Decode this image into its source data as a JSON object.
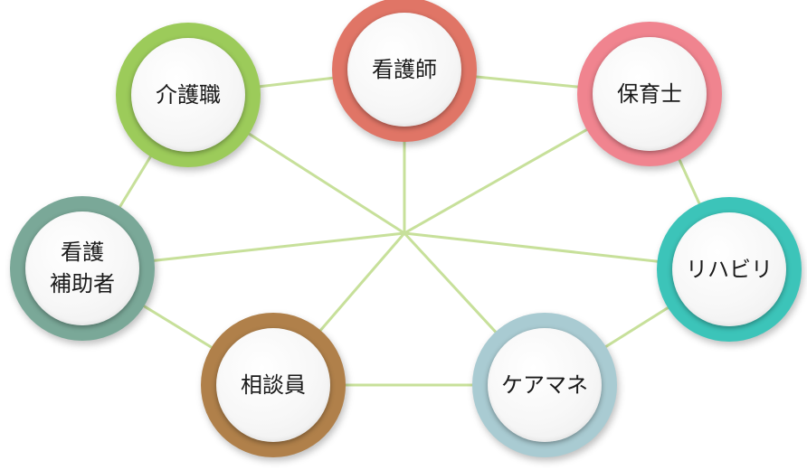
{
  "diagram": {
    "line_color": "#c7e09a",
    "nodes": [
      {
        "id": "nurse",
        "label": "看護師",
        "color": "#e07566"
      },
      {
        "id": "childcare",
        "label": "保育士",
        "color": "#f0848f"
      },
      {
        "id": "rehab",
        "label": "リハビリ",
        "color": "#3cc4b9"
      },
      {
        "id": "caremanager",
        "label": "ケアマネ",
        "color": "#a9cbd2"
      },
      {
        "id": "counselor",
        "label": "相談員",
        "color": "#b0804a"
      },
      {
        "id": "nursing_assistant",
        "label": "看護\n補助者",
        "color": "#7aa898"
      },
      {
        "id": "caregiver",
        "label": "介護職",
        "color": "#9ccb5a"
      }
    ]
  }
}
